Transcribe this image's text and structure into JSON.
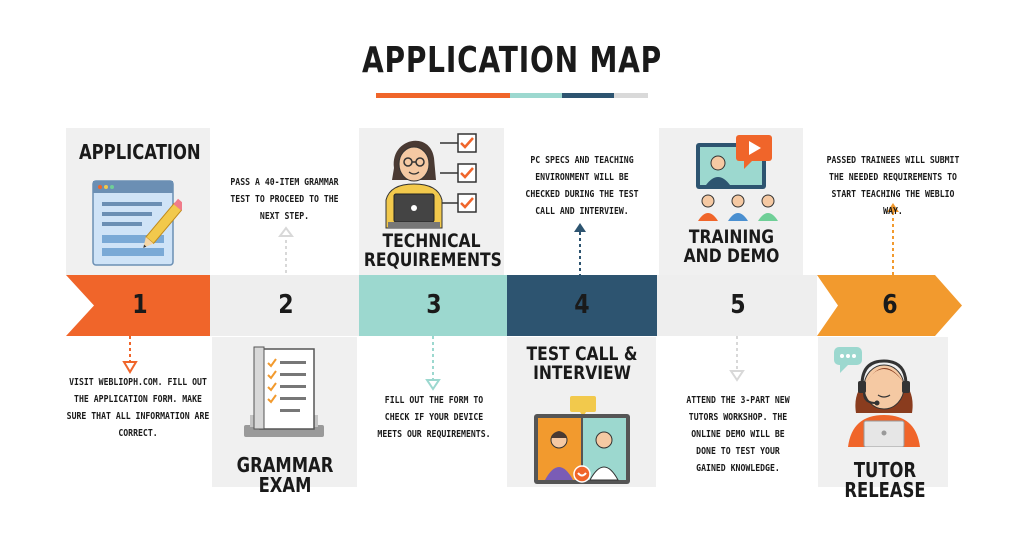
{
  "title": "APPLICATION MAP",
  "colors": {
    "orange": "#f0652a",
    "teal": "#9cd8cf",
    "navy": "#2d5470",
    "lightgray": "#eeeeee",
    "amber": "#f29a2e",
    "panel": "#f0f0f0"
  },
  "steps": [
    {
      "number": "1",
      "heading": "APPLICATION",
      "description": "VISIT WEBLIOPH.COM. FILL  OUT THE APPLICATION FORM. MAKE SURE THAT ALL INFORMATION ARE CORRECT.",
      "icon": "browser-form-icon"
    },
    {
      "number": "2",
      "heading": "GRAMMAR EXAM",
      "description": "PASS A 40-ITEM GRAMMAR TEST TO PROCEED TO THE NEXT STEP.",
      "icon": "exam-checklist-icon"
    },
    {
      "number": "3",
      "heading": "TECHNICAL REQUIREMENTS",
      "description": "FILL OUT THE FORM TO CHECK IF YOUR DEVICE MEETS OUR REQUIREMENTS.",
      "icon": "person-laptop-checklist-icon"
    },
    {
      "number": "4",
      "heading": "TEST CALL & INTERVIEW",
      "description": "PC SPECS AND TEACHING ENVIRONMENT WILL BE CHECKED DURING THE  TEST CALL AND INTERVIEW.",
      "icon": "video-call-icon"
    },
    {
      "number": "5",
      "heading": "TRAINING AND DEMO",
      "description": "ATTEND THE 3-PART NEW TUTORS WORKSHOP. THE ONLINE DEMO WILL BE DONE TO TEST YOUR  GAINED KNOWLEDGE.",
      "icon": "video-training-icon"
    },
    {
      "number": "6",
      "heading": "TUTOR RELEASE",
      "description": "PASSED TRAINEES WILL SUBMIT THE NEEDED REQUIREMENTS  TO START TEACHING  THE WEBLIO WAY.",
      "icon": "tutor-headset-icon"
    }
  ]
}
